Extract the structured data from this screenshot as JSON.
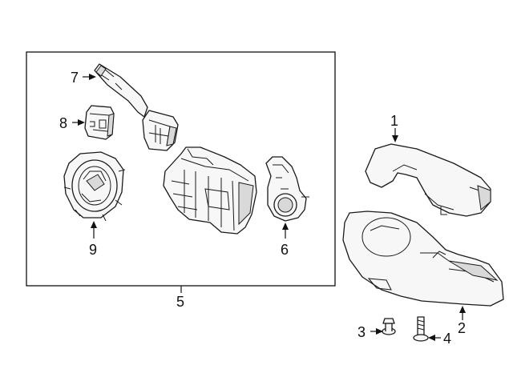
{
  "callouts": {
    "c1": "1",
    "c2": "2",
    "c3": "3",
    "c4": "4",
    "c5": "5",
    "c6": "6",
    "c7": "7",
    "c8": "8",
    "c9": "9"
  },
  "colors": {
    "line": "#1a1a1a",
    "fill": "#f7f7f7",
    "shade": "#d9d9d9",
    "background": "#ffffff"
  }
}
